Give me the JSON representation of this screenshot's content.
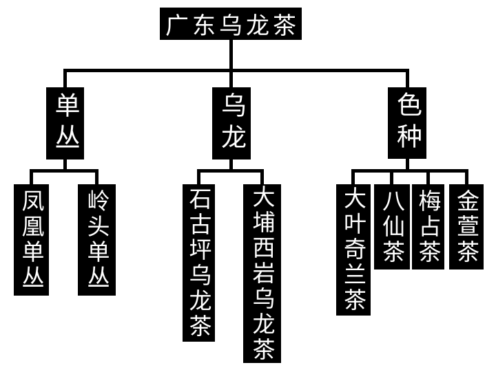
{
  "diagram": {
    "root": {
      "label": "广东乌龙茶"
    },
    "branches": [
      {
        "label": "单丛",
        "children": [
          {
            "label": "凤凰单丛"
          },
          {
            "label": "岭头单丛"
          }
        ]
      },
      {
        "label": "乌龙",
        "children": [
          {
            "label": "石古坪乌龙茶"
          },
          {
            "label": "大埔西岩乌龙茶"
          }
        ]
      },
      {
        "label": "色种",
        "children": [
          {
            "label": "大叶奇兰茶"
          },
          {
            "label": "八仙茶"
          },
          {
            "label": "梅占茶"
          },
          {
            "label": "金萱茶"
          }
        ]
      }
    ],
    "colors": {
      "background": "#ffffff",
      "node_bg": "#000000",
      "node_text": "#ffffff",
      "line": "#000000"
    }
  }
}
